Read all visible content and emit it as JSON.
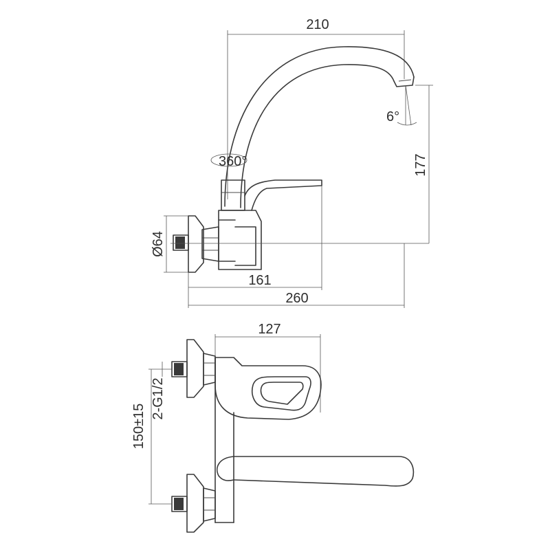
{
  "dimensions": {
    "spout_reach": "210",
    "spout_tilt": "6°",
    "swivel": "360°",
    "height_177": "177",
    "flange_diameter": "Ø64",
    "body_depth": "161",
    "overall_depth": "260",
    "body_width": "127",
    "thread_spec": "2-G1/2",
    "center_distance": "150±15"
  }
}
